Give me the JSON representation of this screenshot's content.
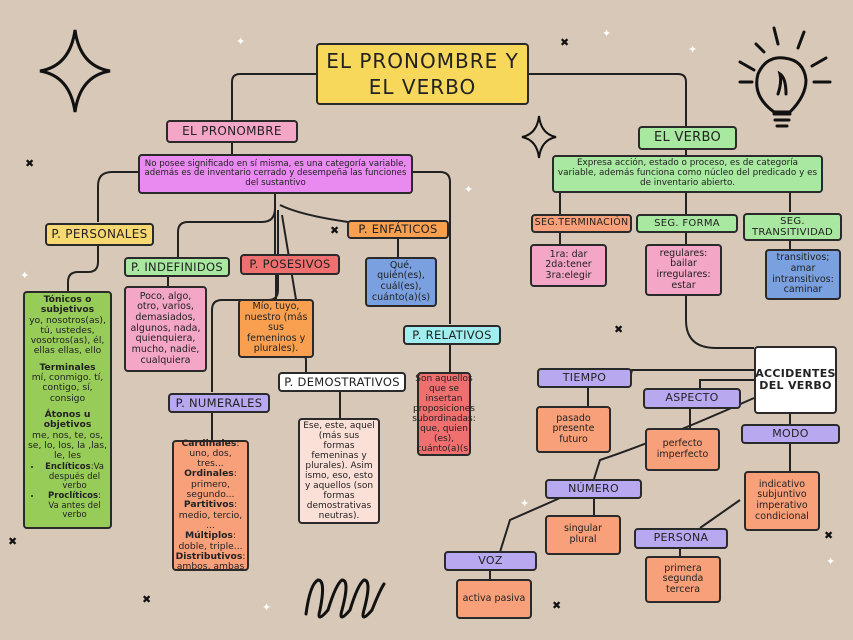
{
  "colors": {
    "background": "#d8c8b8",
    "title": "#f8d85a",
    "pink": "#f4a6c6",
    "magenta": "#e88af0",
    "yellow": "#f8d870",
    "green": "#a8e8a0",
    "lime": "#98cc58",
    "blue": "#7aa0e0",
    "cyan": "#a0eef0",
    "red": "#f07070",
    "orange": "#f8a050",
    "lavender": "#b8a8f0",
    "salmon": "#f8a07a",
    "white": "#ffffff",
    "peach": "#fbe0d8"
  },
  "title": {
    "line1": "EL PRONOMBRE Y",
    "line2": "EL VERBO"
  },
  "pronombre": {
    "header": "EL PRONOMBRE",
    "definition": "No posee significado en sí misma, es una categoría variable, además es de inventario cerrado y desempeña las funciones del sustantivo"
  },
  "personales": {
    "header": "P. PERSONALES",
    "tonicos_title": "Tónicos o subjetivos",
    "tonicos_text": "yo, nosotros(as), tú, ustedes, vosotros(as), él, ellas ellas, ello",
    "terminales_title": "Terminales",
    "terminales_text": "mí, conmigo. tí, contigo, sí, consigo",
    "atonos_title": "Átonos u objetivos",
    "atonos_text": "me, nos, te, os, se, lo, los, la ,las, le, les",
    "encliticos_title": "Enclíticos",
    "encliticos_text": ":Va después del verbo",
    "procliticos_title": "Proclíticos",
    "procliticos_text": ": Va antes del verbo"
  },
  "indefinidos": {
    "header": "P. INDEFINIDOS",
    "text": "Poco, algo, otro, varios, demasiados, algunos, nada, quienquiera, mucho, nadie, cualquiera"
  },
  "posesivos": {
    "header": "P. POSESIVOS",
    "text": "Mío, tuyo, nuestro (más sus femeninos y plurales)."
  },
  "enfaticos": {
    "header": "P. ENFÁTICOS",
    "text": "Qué, quién(es), cuál(es), cuánto(a)(s)"
  },
  "relativos": {
    "header": "P. RELATIVOS",
    "text": "Son aquellos que se insertan proposiciones subordinadas: que, quien (es), cuánto(a)(s)"
  },
  "demostrativos": {
    "header": "P. DEMOSTRATIVOS",
    "text": "Ese, este, aquel (más sus formas femeninas y plurales). Asim ismo, eso, esto y aquellos (son formas demostrativas neutras)."
  },
  "numerales": {
    "header": "P. NUMERALES",
    "cardinales_title": "Cardinales",
    "cardinales_text": ": uno, dos, tres...",
    "ordinales_title": "Ordinales",
    "ordinales_text": ": primero, segundo...",
    "partitivos_title": "Partitivos",
    "partitivos_text": ": medio, tercio, ...",
    "multiplos_title": "Múltiplos",
    "multiplos_text": ": doble, triple...",
    "distributivos_title": "Distributivos",
    "distributivos_text": ": ambos, ambas"
  },
  "verbo": {
    "header": "EL VERBO",
    "definition": "Expresa acción, estado o proceso, es de categoría variable, además funciona como núcleo del predicado y es de inventario abierto."
  },
  "terminacion": {
    "header": "SEG.TERMINACIÓN",
    "text1": "1ra: dar",
    "text2": "2da:tener",
    "text3": "3ra:elegir"
  },
  "forma": {
    "header": "SEG. FORMA",
    "text": "regulares: bailar irregulares: estar"
  },
  "transitividad": {
    "header": "SEG. TRANSITIVIDAD",
    "text": "transitivos; amar intransitivos: caminar"
  },
  "accidentes": {
    "header": "ACCIDENTES DEL VERBO"
  },
  "tiempo": {
    "header": "TIEMPO",
    "text": "pasado presente futuro"
  },
  "aspecto": {
    "header": "ASPECTO",
    "text": "perfecto imperfecto"
  },
  "modo": {
    "header": "MODO",
    "text": "indicativo subjuntivo imperativo condicional"
  },
  "numero": {
    "header": "NÚMERO",
    "text": "singular plural"
  },
  "persona": {
    "header": "PERSONA",
    "text": "primera segunda tercera"
  },
  "voz": {
    "header": "VOZ",
    "text": "activa pasiva"
  }
}
